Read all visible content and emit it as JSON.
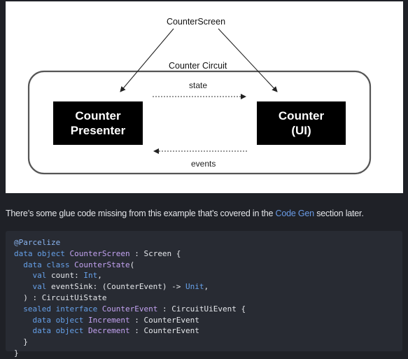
{
  "diagram": {
    "screen_label": "CounterScreen",
    "circuit_label": "Counter Circuit",
    "state_label": "state",
    "events_label": "events",
    "presenter_box": [
      "Counter",
      "Presenter"
    ],
    "ui_box": [
      "Counter",
      "(UI)"
    ]
  },
  "prose": {
    "before": "There’s some glue code missing from this example that’s covered in the ",
    "link": "Code Gen",
    "after": " section later."
  },
  "code": {
    "l1": "@Parcelize",
    "l2a": "data object ",
    "l2b": "CounterScreen",
    "l2c": " : Screen {",
    "l3a": "  data class ",
    "l3b": "CounterState",
    "l3c": "(",
    "l4a": "    val ",
    "l4b": "count: ",
    "l4c": "Int",
    "l4d": ",",
    "l5a": "    val ",
    "l5b": "eventSink: (CounterEvent) -> ",
    "l5c": "Unit",
    "l5d": ",",
    "l6": "  ) : CircuitUiState",
    "l7a": "  sealed interface ",
    "l7b": "CounterEvent",
    "l7c": " : CircuitUiEvent {",
    "l8a": "    data object ",
    "l8b": "Increment",
    "l8c": " : CounterEvent",
    "l9a": "    data object ",
    "l9b": "Decrement",
    "l9c": " : CounterEvent",
    "l10": "  }",
    "l11": "}"
  }
}
